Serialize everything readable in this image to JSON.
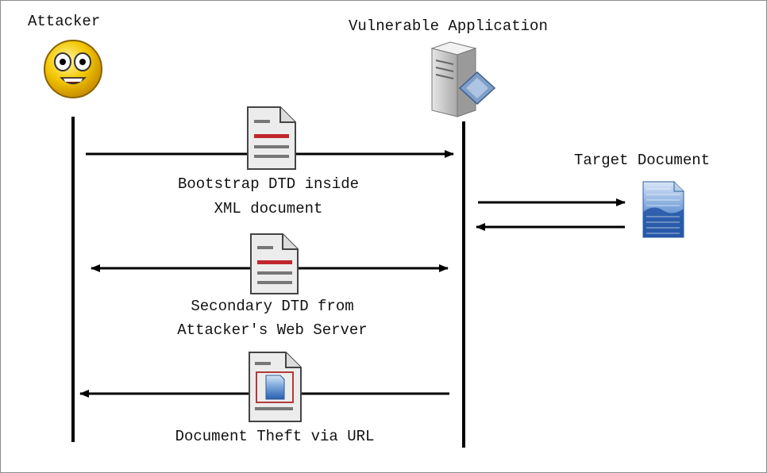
{
  "actors": {
    "attacker": "Attacker",
    "app": "Vulnerable Application",
    "target": "Target Document"
  },
  "messages": [
    {
      "line1": "Bootstrap DTD inside",
      "line2": "XML document"
    },
    {
      "line1": "Secondary DTD from",
      "line2": "Attacker's Web Server"
    },
    {
      "line1": "Document Theft via URL"
    }
  ],
  "colors": {
    "line": "#000000",
    "smiley": "#f2c400",
    "doc_stripe": "#c0272d",
    "target_doc": "#2f6db5"
  },
  "icons": [
    "smiley-face-icon",
    "server-icon",
    "xml-document-icon",
    "dtd-document-icon",
    "stolen-document-icon",
    "target-document-icon"
  ]
}
